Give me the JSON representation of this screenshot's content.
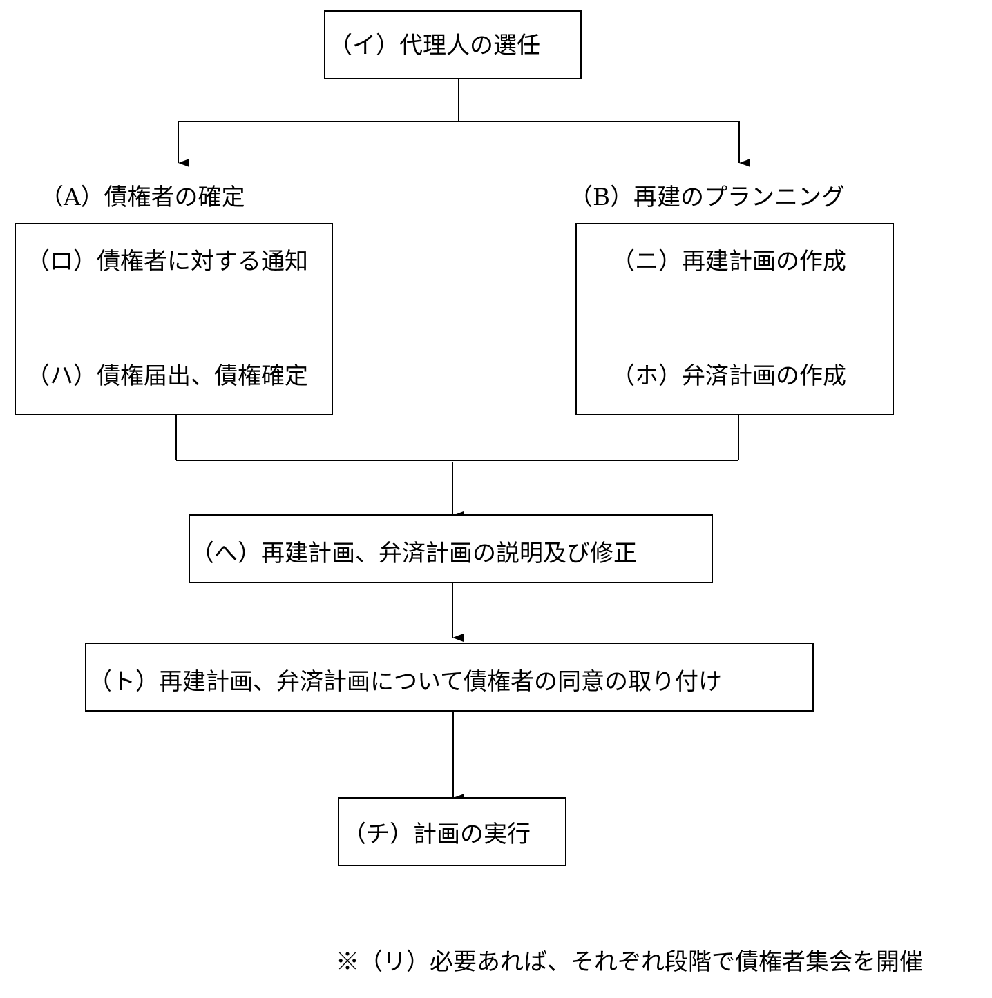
{
  "steps": {
    "i": "（イ）代理人の選任",
    "ro": "（ロ）債権者に対する通知",
    "ha": "（ハ）債権届出、債権確定",
    "ni": "（ニ）再建計画の作成",
    "ho": "（ホ）弁済計画の作成",
    "he": "（へ）再建計画、弁済計画の説明及び修正",
    "to": "（ト）再建計画、弁済計画について債権者の同意の取り付け",
    "chi": "（チ）計画の実行"
  },
  "groups": {
    "a": "（A）債権者の確定",
    "b": "（B）再建のプランニング"
  },
  "note": "※（リ）必要あれば、それぞれ段階で債権者集会を開催"
}
